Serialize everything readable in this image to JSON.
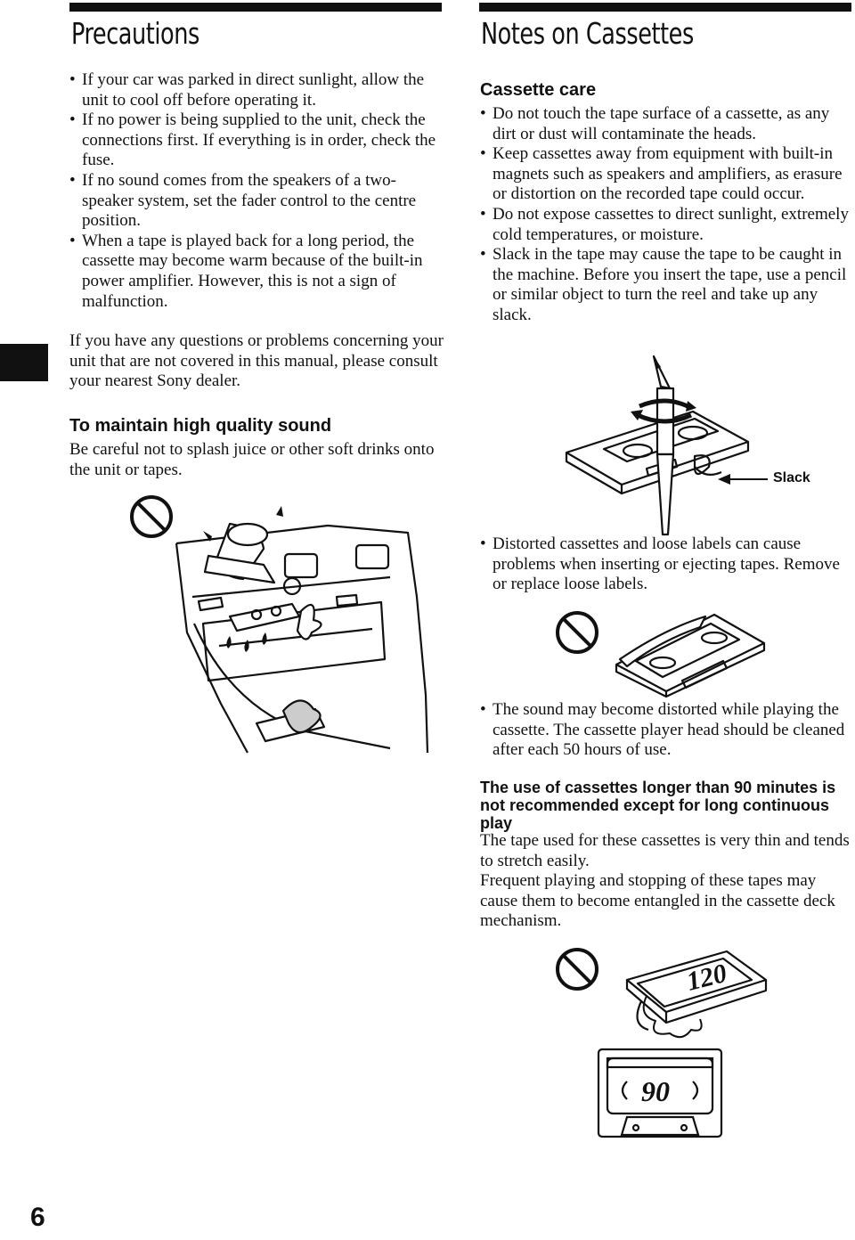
{
  "page_number": "6",
  "precautions": {
    "title": "Precautions",
    "bullets": [
      "If your car was parked in direct sunlight, allow the unit to cool off before operating it.",
      "If no power is being supplied to the unit, check the connections first. If everything is in order, check the fuse.",
      "If no sound comes from the speakers of a two-speaker system, set the fader control to the centre position.",
      "When a tape is played back for a long period, the cassette may become warm because of the built-in power amplifier. However, this is not a sign of malfunction."
    ],
    "closing_paragraph": "If you have any questions or problems concerning your unit that are not covered in this manual, please consult your nearest Sony dealer."
  },
  "sound_quality": {
    "heading": "To maintain high quality sound",
    "text": "Be careful not to splash juice or other soft drinks onto the unit or tapes."
  },
  "notes_on_cassettes": {
    "title": "Notes on Cassettes",
    "cassette_care": {
      "heading": "Cassette care",
      "bullets": [
        "Do not touch the tape surface of a cassette, as any dirt or dust will contaminate the heads.",
        "Keep cassettes away from equipment with built-in magnets such as speakers and amplifiers, as erasure or distortion on the recorded tape could occur.",
        "Do not expose cassettes to direct sunlight, extremely cold temperatures, or moisture.",
        "Slack in the tape may cause the tape to be caught in the machine. Before you insert the tape, use a pencil or similar object to turn the reel and take up any slack."
      ],
      "slack_label": "Slack",
      "labels_bullet": "Distorted cassettes and loose labels can cause problems when inserting or ejecting tapes. Remove or replace loose labels.",
      "head_bullet": "The sound may become distorted while playing the cassette. The cassette player head should be cleaned after each 50 hours of use."
    },
    "long_cassettes": {
      "heading": "The use of cassettes longer than 90 minutes is not recommended except for long continuous play",
      "paragraph_1": "The tape used for these cassettes is very thin and tends to stretch easily.",
      "paragraph_2": "Frequent playing and stopping of these tapes may cause them to become entangled in the cassette deck mechanism.",
      "cassette_120_label": "120",
      "cassette_90_label": "90"
    }
  }
}
